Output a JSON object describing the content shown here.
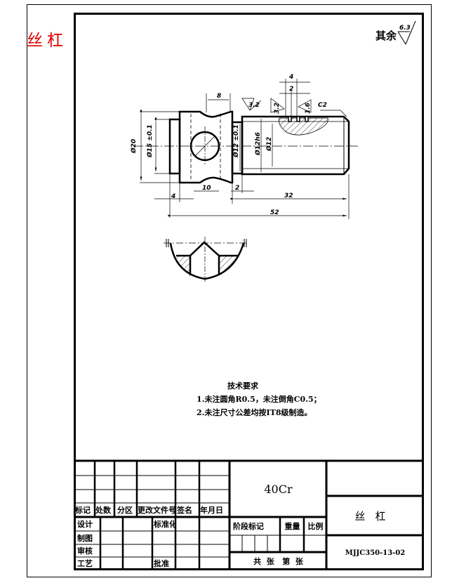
{
  "drawing": {
    "side_title": "丝杠",
    "roughness_note": {
      "label": "其余",
      "value": "6.3"
    },
    "dimensions": {
      "d_outer": "Ø20",
      "d_left_shoulder": "Ø15 ±0.1",
      "d_groove": "Ø12 ±0.1",
      "d_thread_major": "Ø12h6",
      "d_thread_minor": "Ø12",
      "hole": "Ø",
      "width_top": "8",
      "width_bottom": "10",
      "len_left": "4",
      "len_groove": "2",
      "len_thread": "32",
      "len_total": "52",
      "pitch_outer": "4",
      "pitch_inner": "2",
      "roughness_a": "3.2",
      "roughness_b": "3.2",
      "roughness_c": "1.6",
      "chamfer": "C2"
    },
    "tech_requirements": {
      "title": "技术要求",
      "lines": [
        "1.未注圆角R0.5，未注倒角C0.5；",
        "2.未注尺寸公差均按IT8级制造。"
      ]
    }
  },
  "title_block": {
    "revision_headers": [
      "标记",
      "处数",
      "分区",
      "更改文件号",
      "签名",
      "年月日"
    ],
    "roles": [
      "设计",
      "制图",
      "审核",
      "工艺"
    ],
    "standardization": "标准化",
    "approval": "批准",
    "material": "40Cr",
    "stage_mark": "阶段标记",
    "weight": "重量",
    "scale": "比例",
    "sheets": "共  张   第  张",
    "part_name": "丝杠",
    "drawing_number": "MJJC350-13-02"
  }
}
